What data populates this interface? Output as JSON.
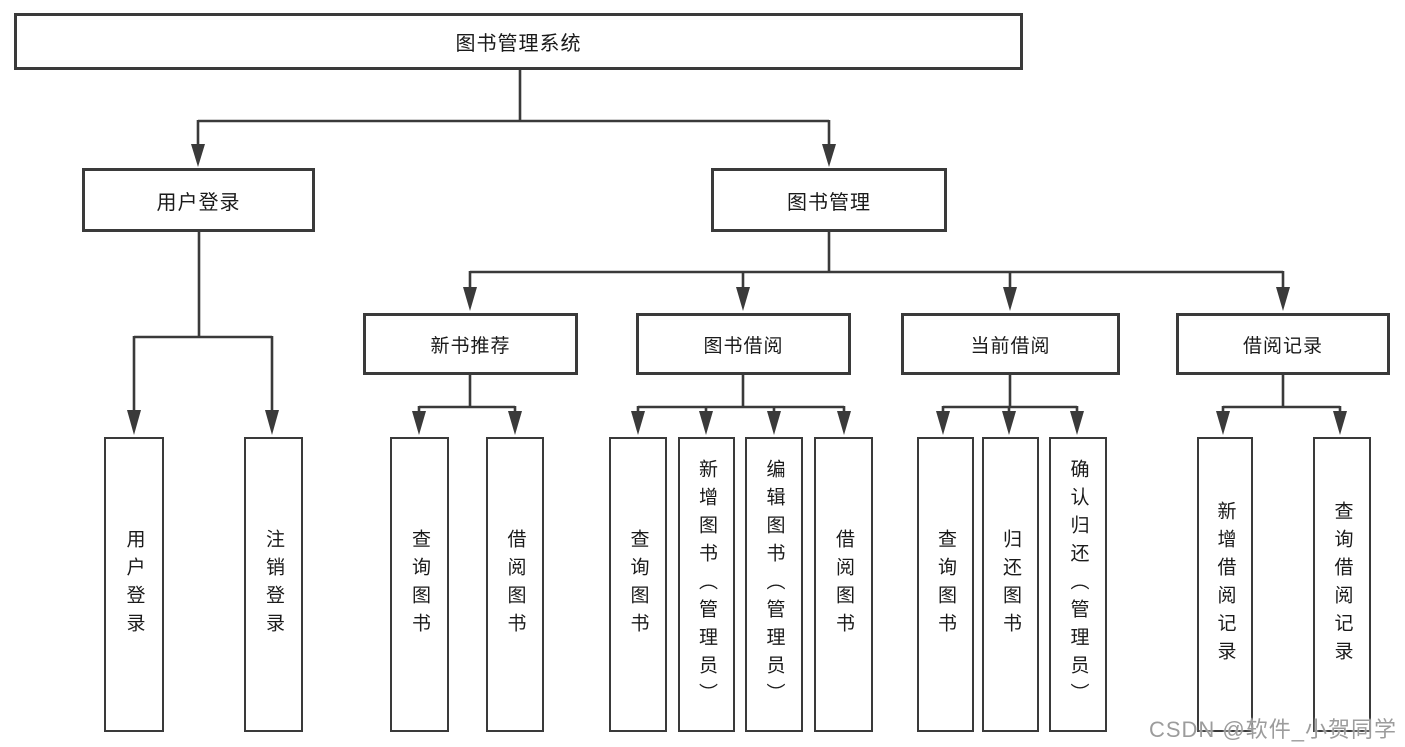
{
  "diagram_type": "hierarchy-tree",
  "nodes": {
    "root": "图书管理系统",
    "user_login": "用户登录",
    "book_mgmt": "图书管理",
    "new_book_rec": "新书推荐",
    "book_borrow": "图书借阅",
    "current_borrow": "当前借阅",
    "borrow_record": "借阅记录",
    "user_login_children": [
      "用户登录",
      "注销登录"
    ],
    "new_book_rec_children": [
      "查询图书",
      "借阅图书"
    ],
    "book_borrow_children": [
      "查询图书",
      "新增图书（管理员）",
      "编辑图书（管理员）",
      "借阅图书"
    ],
    "current_borrow_children": [
      "查询图书",
      "归还图书",
      "确认归还（管理员）"
    ],
    "borrow_record_children": [
      "新增借阅记录",
      "查询借阅记录"
    ]
  },
  "watermark": "CSDN @软件_小贺同学",
  "colors": {
    "line": "#3a3a3a",
    "text": "#1a1a1a",
    "watermark": "#9c9c9c",
    "background": "#ffffff"
  }
}
